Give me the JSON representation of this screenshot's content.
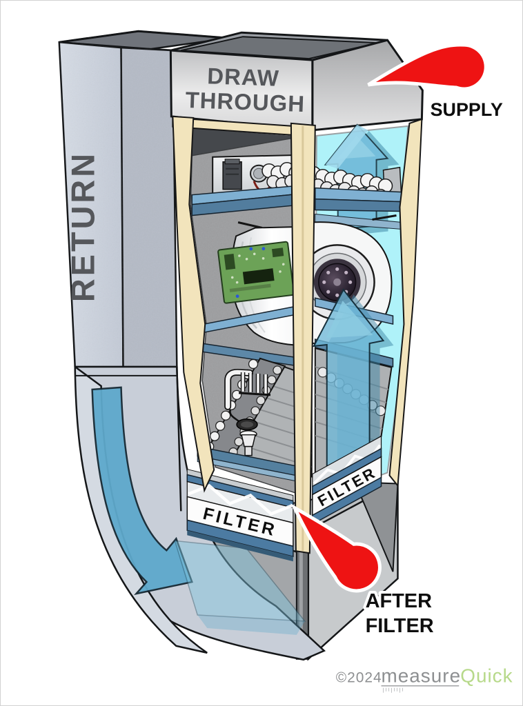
{
  "diagram": {
    "title": "Draw-through furnace airflow cutaway diagram",
    "labels": {
      "return": "RETURN",
      "draw_through": [
        "DRAW",
        "THROUGH"
      ],
      "supply": "SUPPLY",
      "filter_front": "FILTER",
      "filter_side": "FILTER",
      "after_filter": [
        "AFTER",
        "FILTER"
      ]
    },
    "footer": {
      "copyright": "©2024",
      "brand_measure": "measure",
      "brand_quick": "Quick"
    },
    "colors": {
      "pointer_red": "#ee1313",
      "airflow_blue": "#6fb9d8",
      "airflow_blue_light": "#9ed7ec",
      "airflow_blue_dark": "#4591b3",
      "cabinet_cream": "#f2e4bc",
      "interior_cyan": "#aff2f9",
      "duct_gray": "#ccd3dd",
      "shelf_blue": "#7fb0d2",
      "filter_band_blue": "#4c7ba2",
      "label_dark": "#55575b",
      "text_black": "#0e0e0e",
      "logo_gray": "#8d8f91",
      "logo_green": "#b7d98a"
    }
  }
}
